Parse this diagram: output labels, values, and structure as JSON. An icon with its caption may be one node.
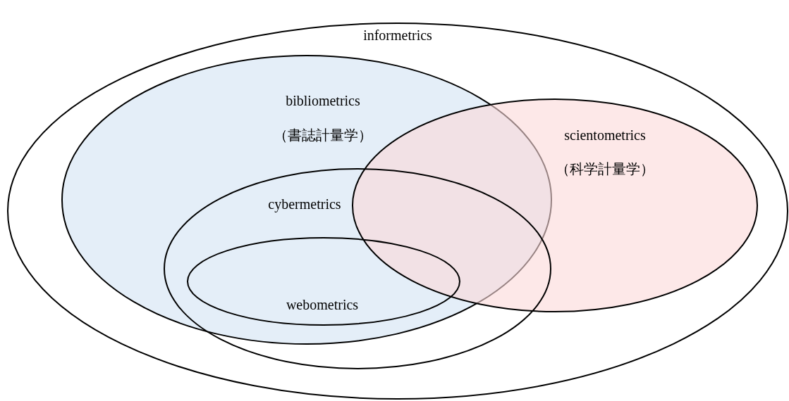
{
  "diagram": {
    "nodes": [
      {
        "text": [
          "informetrics"
        ]
      },
      {
        "text": [
          "bibliometrics",
          "（書誌計量学）"
        ],
        "in": 0
      },
      {
        "text": [
          "scientometrics",
          "（科学計量学）"
        ],
        "in": 0
      },
      {
        "text": [
          "cybermetrics"
        ],
        "in": 0
      },
      {
        "text": [
          "webometrics"
        ],
        "in": 3
      }
    ]
  }
}
